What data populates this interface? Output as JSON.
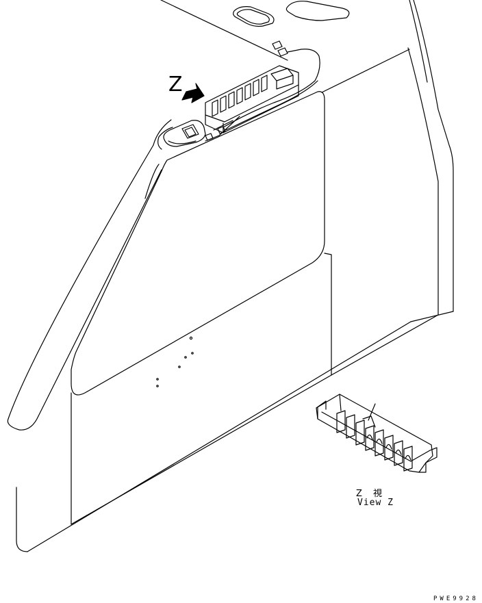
{
  "labels": {
    "view_marker": "Z",
    "view_title_jp": "Z 視",
    "view_title_en": "View Z",
    "drawing_code": "PWE9928"
  },
  "colors": {
    "line": "#000000",
    "background": "#ffffff"
  }
}
